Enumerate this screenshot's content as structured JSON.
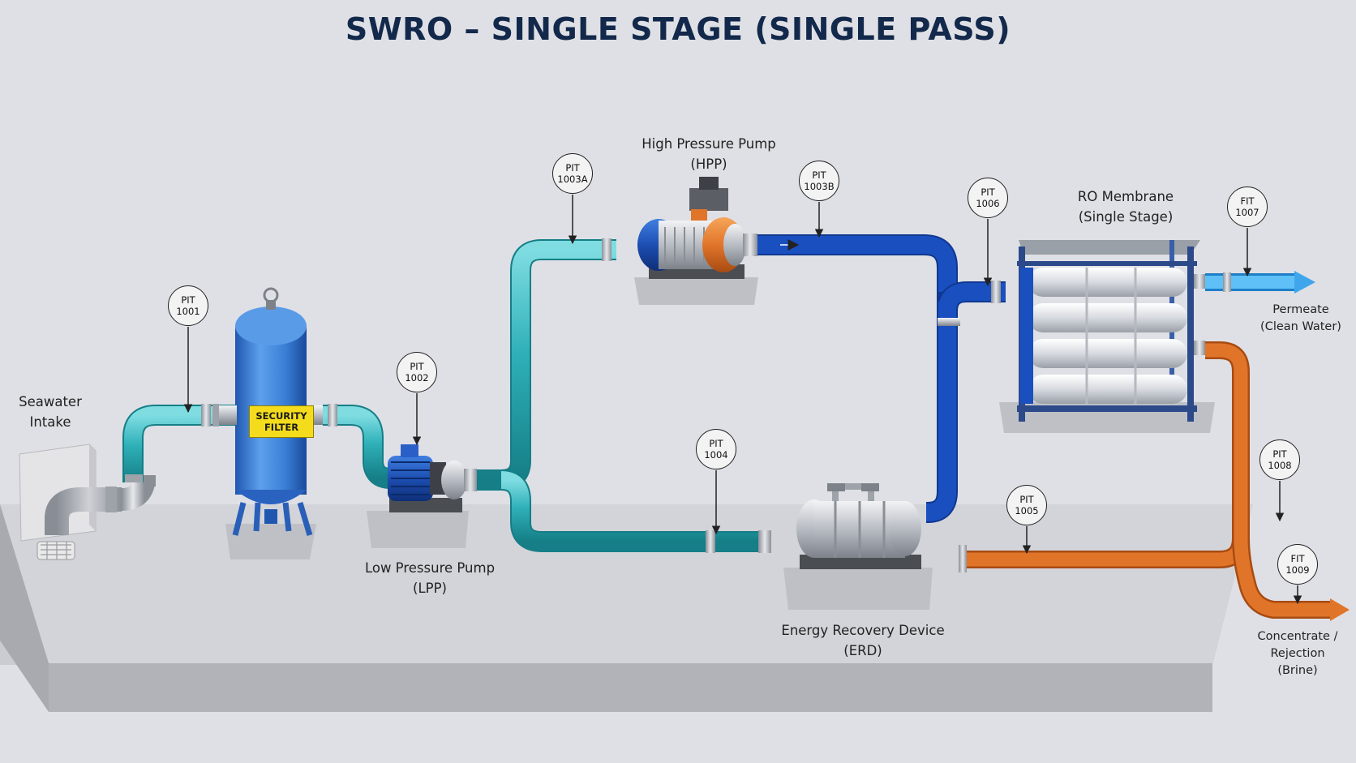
{
  "title": "SWRO – SINGLE STAGE (SINGLE PASS)",
  "equipment": {
    "intake": [
      "Seawater",
      "Intake"
    ],
    "filter": [
      "SECURITY",
      "FILTER"
    ],
    "lpp": [
      "Low Pressure Pump",
      "(LPP)"
    ],
    "hpp": [
      "High Pressure Pump",
      "(HPP)"
    ],
    "erd": [
      "Energy Recovery Device",
      "(ERD)"
    ],
    "ro": [
      "RO Membrane",
      "(Single Stage)"
    ],
    "permeate": [
      "Permeate",
      "(Clean Water)"
    ],
    "concentrate": [
      "Concentrate /",
      "Rejection",
      "(Brine)"
    ]
  },
  "instruments": [
    {
      "type": "PIT",
      "number": "1001"
    },
    {
      "type": "PIT",
      "number": "1002"
    },
    {
      "type": "PIT",
      "number": "1003A"
    },
    {
      "type": "PIT",
      "number": "1003B"
    },
    {
      "type": "PIT",
      "number": "1004"
    },
    {
      "type": "PIT",
      "number": "1005"
    },
    {
      "type": "PIT",
      "number": "1006"
    },
    {
      "type": "FIT",
      "number": "1007"
    },
    {
      "type": "PIT",
      "number": "1008"
    },
    {
      "type": "FIT",
      "number": "1009"
    }
  ],
  "colors": {
    "title": "#13294b",
    "seawater_line": "#2fb0b8",
    "high_pressure_line": "#1a4fc0",
    "permeate_line": "#3fa6ec",
    "brine_line": "#e0752a",
    "filter_vessel": "#3a7fd6",
    "filter_label": "#f4dc1c",
    "steel": "#b8bcc3",
    "platform": "#c9cacf"
  }
}
